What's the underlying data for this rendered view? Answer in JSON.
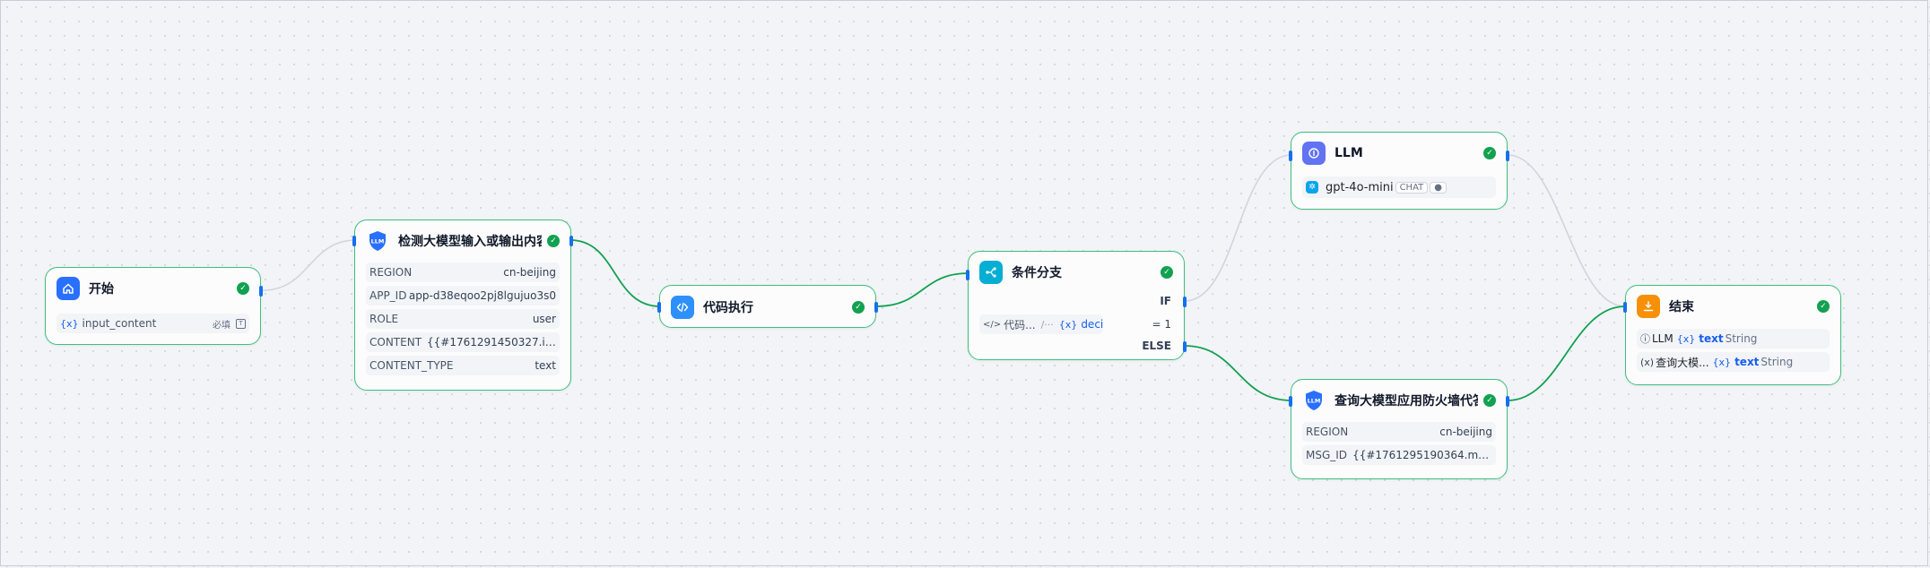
{
  "colors": {
    "success_border": "#3fbf7f",
    "edge_active": "#12a150",
    "edge_inactive": "#d0d5dd",
    "start_icon": "#2970ff",
    "llm_icon": "#6172f3",
    "code_icon": "#2e90fa",
    "if_icon": "#06aed4",
    "end_icon": "#f79009",
    "shield_icon": "#2970ff"
  },
  "nodes": {
    "start": {
      "title": "开始",
      "var_symbol": "{x}",
      "var_name": "input_content",
      "required_label": "必填",
      "icon": "home-icon"
    },
    "detect": {
      "title": "检测大模型输入或输出内容是",
      "icon": "llm-shield-icon",
      "icon_text": "LLM",
      "params": [
        {
          "key": "REGION",
          "value": "cn-beijing"
        },
        {
          "key": "APP_ID",
          "value": "app-d38eqoo2pj8lgujuo3s0"
        },
        {
          "key": "ROLE",
          "value": "user"
        },
        {
          "key": "CONTENT",
          "value": "{{#1761291450327.inpu..."
        },
        {
          "key": "CONTENT_TYPE",
          "value": "text"
        }
      ]
    },
    "code": {
      "title": "代码执行",
      "icon": "code-icon"
    },
    "branch": {
      "title": "条件分支",
      "icon": "branch-icon",
      "if_label": "IF",
      "else_label": "ELSE",
      "cond_source": "代码...",
      "cond_sep": "/···",
      "cond_var_symbol": "{x}",
      "cond_var": "decision_t...",
      "cond_op": "= 1"
    },
    "llm": {
      "title": "LLM",
      "icon": "llm-icon",
      "model": "gpt-4o-mini",
      "mode": "CHAT"
    },
    "firewall": {
      "title": "查询大模型应用防火墙代答结",
      "icon": "llm-shield-icon",
      "icon_text": "LLM",
      "params": [
        {
          "key": "REGION",
          "value": "cn-beijing"
        },
        {
          "key": "MSG_ID",
          "value": "{{#1761295190364.msg_i..."
        }
      ]
    },
    "end": {
      "title": "结束",
      "icon": "end-icon",
      "outputs": [
        {
          "source": "LLM",
          "var_symbol": "{x}",
          "var": "text",
          "type": "String"
        },
        {
          "source": "查询大模...",
          "var_symbol": "{x}",
          "var": "text",
          "type": "String"
        }
      ]
    }
  }
}
